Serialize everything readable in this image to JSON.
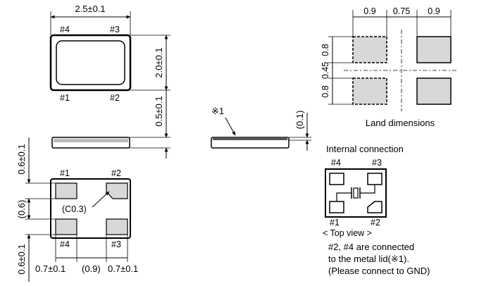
{
  "colors": {
    "pad": "#d8d8d8",
    "line": "#000000",
    "background": "#ffffff"
  },
  "top_view": {
    "width_dim": "2.5±0.1",
    "height_dim": "2.0±0.1",
    "pin4": "#4",
    "pin3": "#3",
    "pin1": "#1",
    "pin2": "#2"
  },
  "side_view": {
    "height_dim": "0.5±0.1"
  },
  "lid_view": {
    "note_mark": "※1",
    "lid_dim": "(0.1)"
  },
  "bottom_view": {
    "pin1": "#1",
    "pin2": "#2",
    "pin4": "#4",
    "pin3": "#3",
    "chamfer": "(C0.3)",
    "pad_height_top": "0.6±0.1",
    "gap_v": "(0.6)",
    "pad_height_bottom": "0.6±0.1",
    "pad_width_left": "0.7±0.1",
    "gap_h": "(0.9)",
    "pad_width_right": "0.7±0.1"
  },
  "land": {
    "dim_left": "0.9",
    "dim_mid": "0.75",
    "dim_right": "0.9",
    "vdim_top": "0.8",
    "vdim_mid": "0.45",
    "vdim_bottom": "0.8",
    "caption": "Land dimensions"
  },
  "internal": {
    "title": "Internal connection",
    "pin4": "#4",
    "pin3": "#3",
    "pin1": "#1",
    "pin2": "#2",
    "view": "< Top view >",
    "note_line1": "#2, #4 are connected",
    "note_line2": "to the metal lid(※1).",
    "note_line3": "(Please connect to GND)"
  }
}
